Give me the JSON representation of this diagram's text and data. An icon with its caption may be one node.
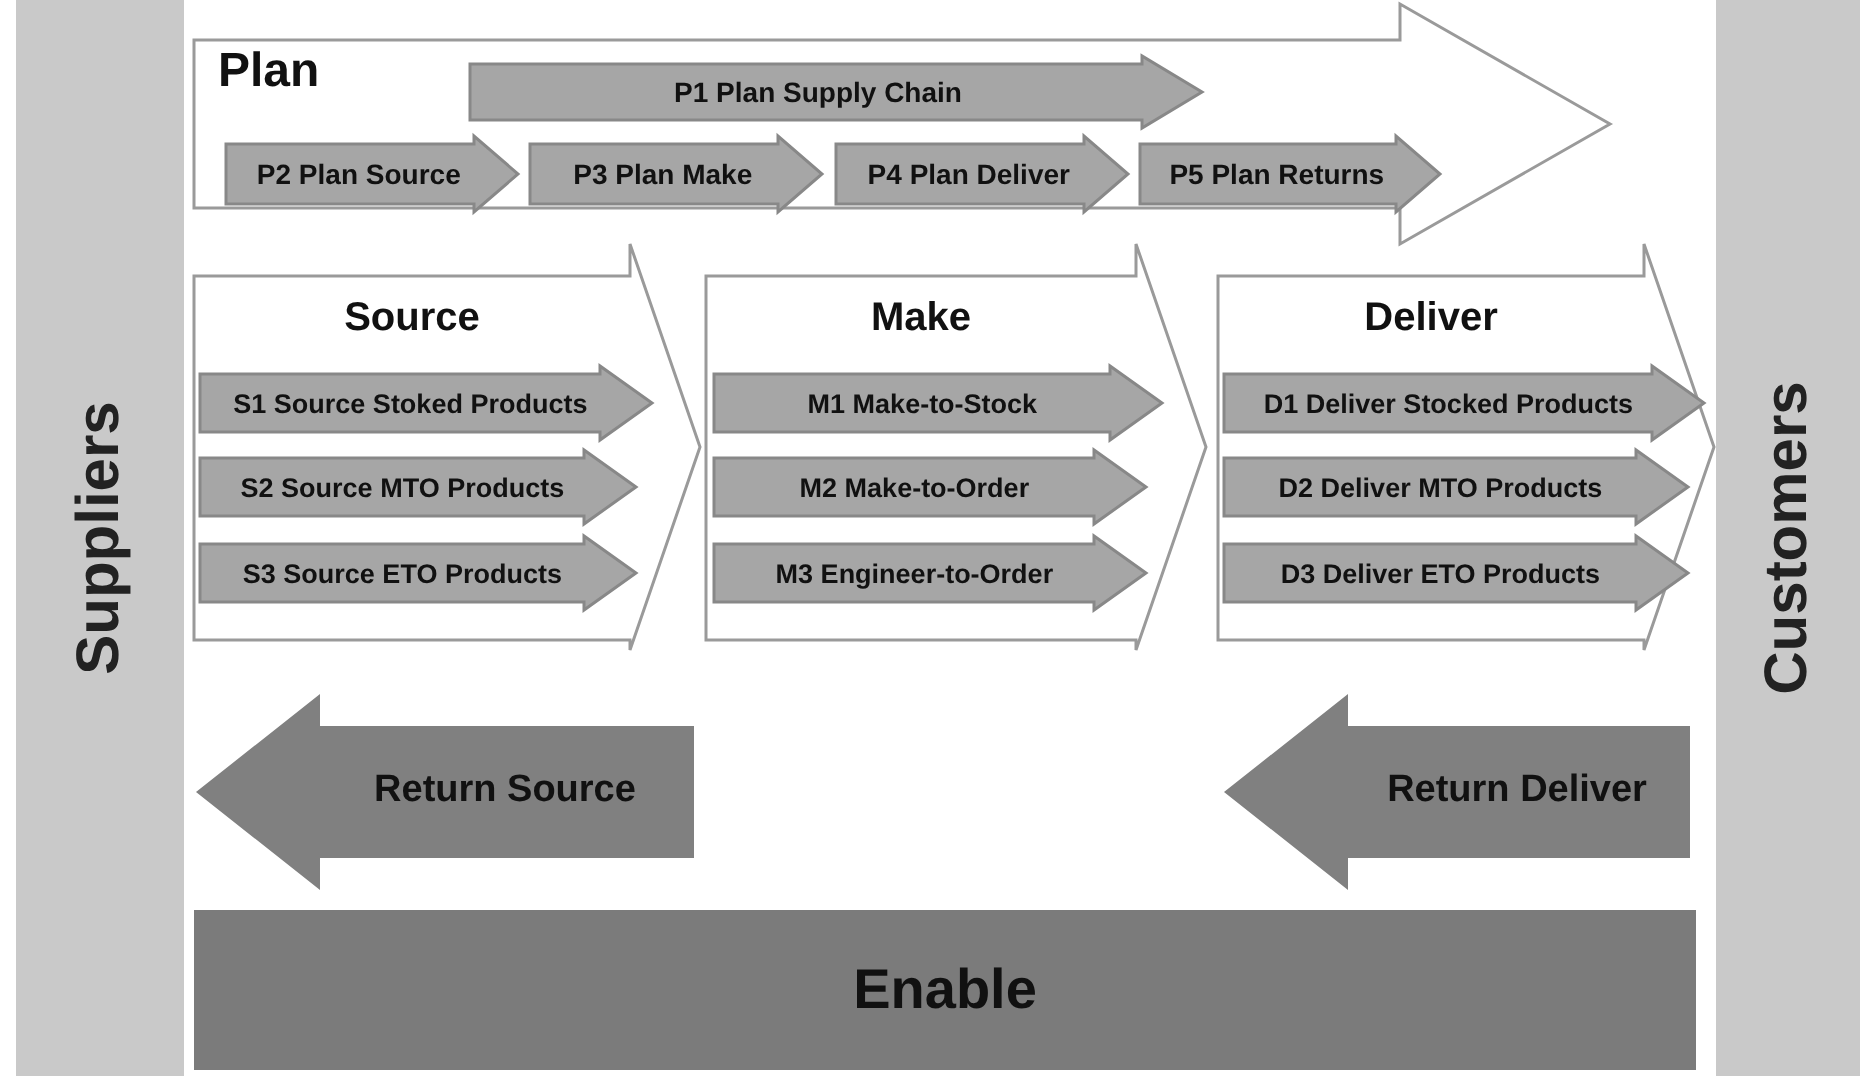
{
  "diagram": {
    "nodes": [
      {
        "text": [
          "Suppliers"
        ]
      },
      {
        "text": [
          "Plan"
        ]
      },
      {
        "text": [
          "P1 Plan Supply Chain"
        ],
        "in": 1
      },
      {
        "text": [
          "P2 Plan Source"
        ],
        "in": 1
      },
      {
        "text": [
          "P3 Plan Make"
        ],
        "in": 1
      },
      {
        "text": [
          "P4 Plan Deliver"
        ],
        "in": 1
      },
      {
        "text": [
          "P5 Plan Returns"
        ],
        "in": 1
      },
      {
        "text": [
          "Source"
        ]
      },
      {
        "text": [
          "S1 Source Stoked Products"
        ],
        "in": 7
      },
      {
        "text": [
          "S2 Source MTO Products"
        ],
        "in": 7
      },
      {
        "text": [
          "S3 Source ETO Products"
        ],
        "in": 7
      },
      {
        "text": [
          "Make"
        ]
      },
      {
        "text": [
          "M1 Make-to-Stock"
        ],
        "in": 11
      },
      {
        "text": [
          "M2 Make-to-Order"
        ],
        "in": 11
      },
      {
        "text": [
          "M3 Engineer-to-Order"
        ],
        "in": 11
      },
      {
        "text": [
          "Deliver"
        ]
      },
      {
        "text": [
          "D1 Deliver Stocked Products"
        ],
        "in": 15
      },
      {
        "text": [
          "D2 Deliver MTO Products"
        ],
        "in": 15
      },
      {
        "text": [
          "D3 Deliver ETO Products"
        ],
        "in": 15
      },
      {
        "text": [
          "Return Source"
        ]
      },
      {
        "text": [
          "Return Deliver"
        ]
      },
      {
        "text": [
          "Enable"
        ]
      },
      {
        "text": [
          "Customers"
        ]
      }
    ],
    "edges": []
  }
}
